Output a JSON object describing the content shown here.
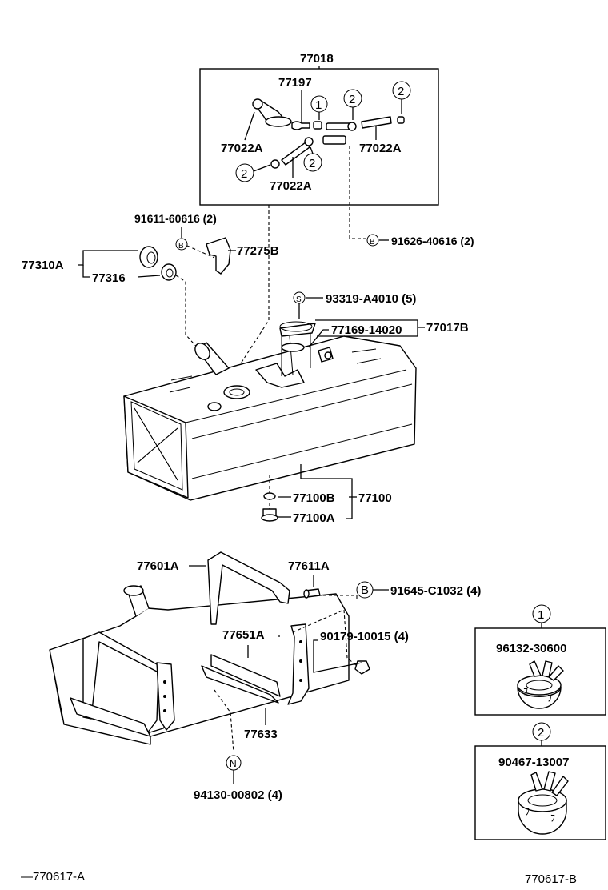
{
  "labels": {
    "l77018": "77018",
    "l77197": "77197",
    "l77022A_a": "77022A",
    "l77022A_b": "77022A",
    "l77022A_c": "77022A",
    "l91611": "91611-60616 (2)",
    "l91626": "91626-40616 (2)",
    "l77310A": "77310A",
    "l77316": "77316",
    "l77275B": "77275B",
    "l93319": "93319-A4010 (5)",
    "l77169": "77169-14020",
    "l77017B": "77017B",
    "l77100B": "77100B",
    "l77100": "77100",
    "l77100A": "77100A",
    "l77601A": "77601A",
    "l77611A": "77611A",
    "l91645": "91645-C1032 (4)",
    "l90179": "90179-10015 (4)",
    "l77651A": "77651A",
    "l77633": "77633",
    "l94130": "94130-00802 (4)",
    "l96132": "96132-30600",
    "l90467": "90467-13007"
  },
  "markers": {
    "one": "1",
    "two": "2",
    "bolt": "B",
    "screw": "S",
    "nut": "N"
  },
  "footer": {
    "left": "770617-A",
    "right": "770617-B"
  }
}
